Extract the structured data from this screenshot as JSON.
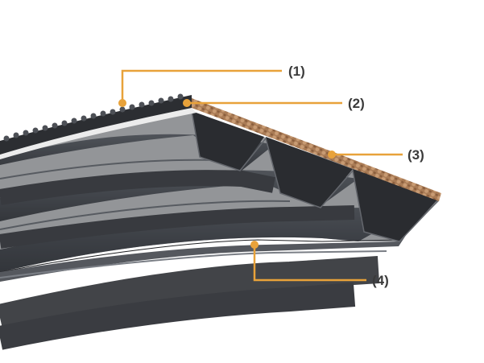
{
  "diagram": {
    "colors": {
      "leader": "#E8A23A",
      "label": "#3a3a3a",
      "belt_body": "#3e4147",
      "belt_face": "#2b2d31",
      "belt_light": "#6a6e75",
      "cord": "#b98a63",
      "cover": "#ececec"
    },
    "callouts": [
      {
        "id": "1",
        "label": "(1)"
      },
      {
        "id": "2",
        "label": "(2)"
      },
      {
        "id": "3",
        "label": "(3)"
      },
      {
        "id": "4",
        "label": "(4)"
      }
    ]
  }
}
